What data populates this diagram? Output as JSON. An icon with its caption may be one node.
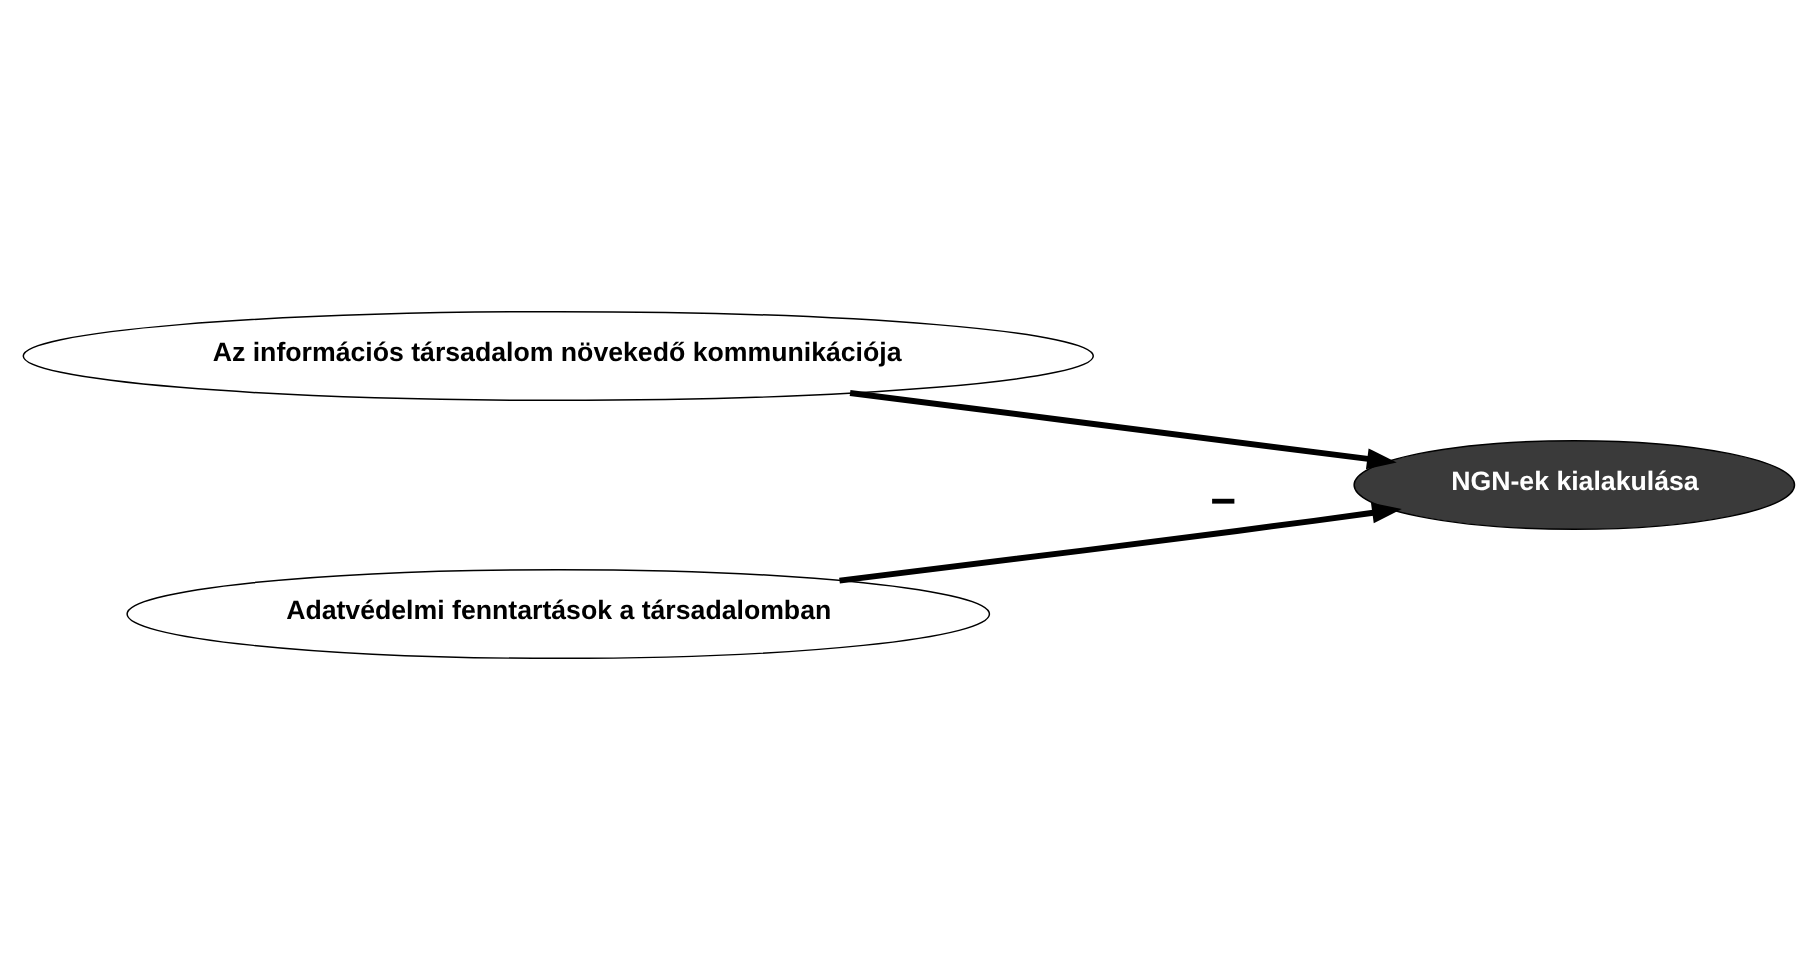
{
  "diagram": {
    "nodes": [
      {
        "text": [
          "Az információs társadalom növekedő kommunikációja"
        ]
      },
      {
        "text": [
          "Adatvédelmi fenntartások a társadalomban"
        ]
      },
      {
        "text": [
          "NGN-ek kialakulása"
        ]
      }
    ],
    "edges": [
      {
        "from": 0,
        "to": 2,
        "arrow": "to"
      },
      {
        "from": 1,
        "to": 2,
        "arrow": "to",
        "label": "−"
      }
    ]
  }
}
